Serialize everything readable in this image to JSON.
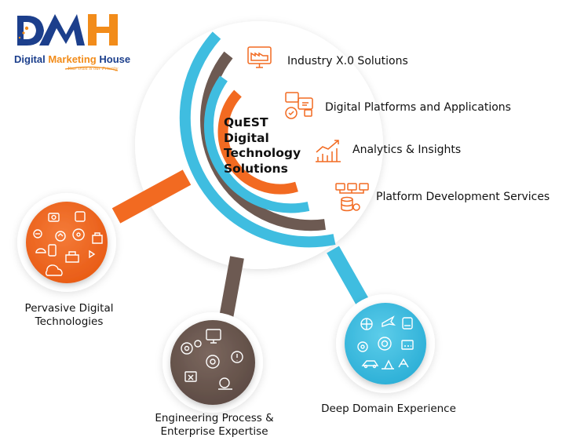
{
  "logo": {
    "letters": "DMH",
    "name_part1": "Digital ",
    "name_part2": "Marketing ",
    "name_part3": "House",
    "tagline": "Your trust is our Priority",
    "colors": {
      "blue": "#1c3f8c",
      "orange": "#f28c1a"
    }
  },
  "center": {
    "title_lines": [
      "QuEST",
      "Digital",
      "Technology",
      "Solutions"
    ]
  },
  "solutions": [
    {
      "label": "Industry X.0 Solutions",
      "icon": "factory-monitor-icon"
    },
    {
      "label": "Digital Platforms and Applications",
      "icon": "digital-devices-icon"
    },
    {
      "label": "Analytics & Insights",
      "icon": "analytics-chart-icon"
    },
    {
      "label": "Platform Development Services",
      "icon": "server-network-icon"
    }
  ],
  "nodes": [
    {
      "label_lines": [
        "Pervasive Digital",
        "Technologies"
      ],
      "color": "#f26a21",
      "icon": "iot-devices-icon"
    },
    {
      "label_lines": [
        "Engineering Process &",
        "Enterprise Expertise"
      ],
      "color": "#6d5a52",
      "icon": "engineering-gears-icon"
    },
    {
      "label_lines": [
        "Deep Domain Experience"
      ],
      "color": "#3fbde0",
      "icon": "industry-domains-icon"
    }
  ],
  "colors": {
    "orange": "#f26a21",
    "blue": "#3fbde0",
    "brown": "#6d5a52"
  }
}
